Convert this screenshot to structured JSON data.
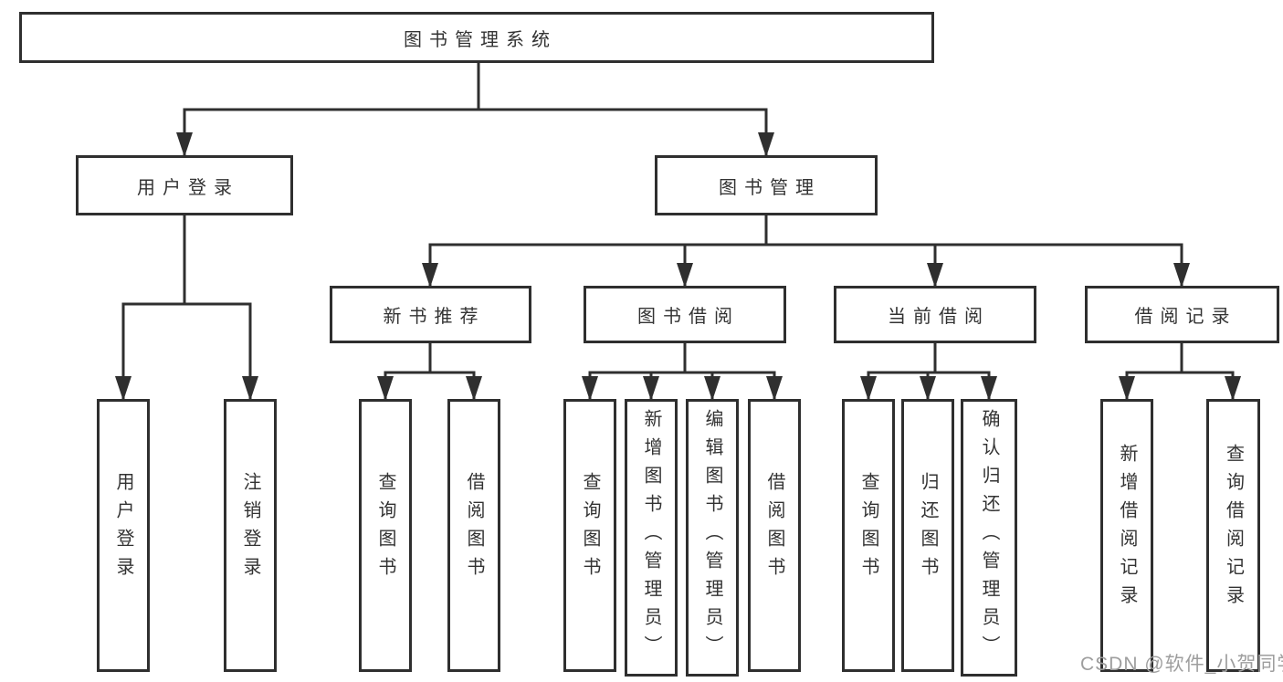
{
  "diagram": {
    "root": {
      "label": "图书管理系统"
    },
    "branches": [
      {
        "label": "用户登录",
        "children": [
          {
            "label": "用户登录"
          },
          {
            "label": "注销登录"
          }
        ]
      },
      {
        "label": "图书管理",
        "children": [
          {
            "label": "新书推荐",
            "children": [
              {
                "label": "查询图书"
              },
              {
                "label": "借阅图书"
              }
            ]
          },
          {
            "label": "图书借阅",
            "children": [
              {
                "label": "查询图书"
              },
              {
                "label": "新增图书（管理员）"
              },
              {
                "label": "编辑图书（管理员）"
              },
              {
                "label": "借阅图书"
              }
            ]
          },
          {
            "label": "当前借阅",
            "children": [
              {
                "label": "查询图书"
              },
              {
                "label": "归还图书"
              },
              {
                "label": "确认归还（管理员）"
              }
            ]
          },
          {
            "label": "借阅记录",
            "children": [
              {
                "label": "新增借阅记录"
              },
              {
                "label": "查询借阅记录"
              }
            ]
          }
        ]
      }
    ]
  },
  "watermark": {
    "text": "CSDN @软件_小贺同学"
  },
  "colors": {
    "line": "#2f2f2f",
    "text": "#333333",
    "background": "#ffffff",
    "watermark": "#9e9e9e"
  }
}
